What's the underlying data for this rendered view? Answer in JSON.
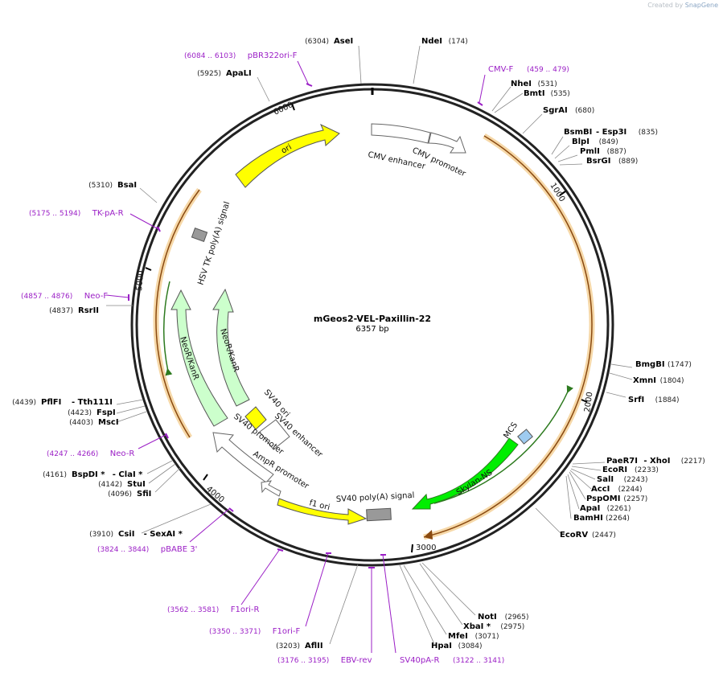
{
  "watermark": {
    "prefix": "Created by",
    "brand": "SnapGene"
  },
  "plasmid": {
    "name": "mGeos2-VEL-Paxillin-22",
    "size": "6357 bp"
  },
  "colors": {
    "backbone": "#222222",
    "primer": "#9b1fc6",
    "promoter": "#ffffff",
    "ori": "#ffff00",
    "neor": "#ccffcc",
    "skylan": "#00ee00",
    "orf_line": "#e08a2c",
    "mcs": "#9ecbf0",
    "polya": "#999999",
    "enhancer": "#ffffff"
  },
  "ticks": [
    {
      "label": "1000"
    },
    {
      "label": "2000"
    },
    {
      "label": "3000"
    },
    {
      "label": "4000"
    },
    {
      "label": "5000"
    },
    {
      "label": "6000"
    }
  ],
  "enzymes": [
    {
      "name": "AseI",
      "pos": "(6304)"
    },
    {
      "name": "NdeI",
      "pos": "(174)"
    },
    {
      "name": "ApaLI",
      "pos": "(5925)"
    },
    {
      "name": "NheI",
      "pos": "(531)"
    },
    {
      "name": "BmtI",
      "pos": "(535)"
    },
    {
      "name": "SgrAI",
      "pos": "(680)"
    },
    {
      "name": "BsmBI",
      "sep": "- Esp3I",
      "pos": "(835)"
    },
    {
      "name": "BlpI",
      "pos": "(849)"
    },
    {
      "name": "PmlI",
      "pos": "(887)"
    },
    {
      "name": "BsrGI",
      "pos": "(889)"
    },
    {
      "name": "BsaI",
      "pos": "(5310)"
    },
    {
      "name": "RsrII",
      "pos": "(4837)"
    },
    {
      "name": "BmgBI",
      "pos": "(1747)"
    },
    {
      "name": "XmnI",
      "pos": "(1804)"
    },
    {
      "name": "SrfI",
      "pos": "(1884)"
    },
    {
      "name": "PflFI",
      "sep": "- Tth111I",
      "pos": "(4439)"
    },
    {
      "name": "FspI",
      "pos": "(4423)"
    },
    {
      "name": "MscI",
      "pos": "(4403)"
    },
    {
      "name": "PaeR7I",
      "sep": "- XhoI",
      "pos": "(2217)"
    },
    {
      "name": "EcoRI",
      "pos": "(2233)"
    },
    {
      "name": "SalI",
      "pos": "(2243)"
    },
    {
      "name": "AccI",
      "pos": "(2244)"
    },
    {
      "name": "PspOMI",
      "pos": "(2257)"
    },
    {
      "name": "ApaI",
      "pos": "(2261)"
    },
    {
      "name": "BamHI",
      "pos": "(2264)"
    },
    {
      "name": "EcoRV",
      "pos": "(2447)"
    },
    {
      "name": "BspDI *",
      "sep": "- ClaI *",
      "pos": "(4161)"
    },
    {
      "name": "StuI",
      "pos": "(4142)"
    },
    {
      "name": "SfiI",
      "pos": "(4096)"
    },
    {
      "name": "CsiI",
      "sep": "- SexAI *",
      "pos": "(3910)"
    },
    {
      "name": "NotI",
      "pos": "(2965)"
    },
    {
      "name": "XbaI *",
      "pos": "(2975)"
    },
    {
      "name": "MfeI",
      "pos": "(3071)"
    },
    {
      "name": "HpaI",
      "pos": "(3084)"
    },
    {
      "name": "AflII",
      "pos": "(3203)"
    }
  ],
  "primers": [
    {
      "range": "(6084 .. 6103)",
      "name": "pBR322ori-F"
    },
    {
      "range": "(459 .. 479)",
      "name": "CMV-F"
    },
    {
      "range": "(5175 .. 5194)",
      "name": "TK-pA-R"
    },
    {
      "range": "(4857 .. 4876)",
      "name": "Neo-F"
    },
    {
      "range": "(4247 .. 4266)",
      "name": "Neo-R"
    },
    {
      "range": "(3824 .. 3844)",
      "name": "pBABE 3'"
    },
    {
      "range": "(3562 .. 3581)",
      "name": "F1ori-R"
    },
    {
      "range": "(3350 .. 3371)",
      "name": "F1ori-F"
    },
    {
      "range": "(3176 .. 3195)",
      "name": "EBV-rev"
    },
    {
      "range": "(3122 .. 3141)",
      "name": "SV40pA-R"
    }
  ],
  "features": [
    {
      "label": "ori"
    },
    {
      "label": "CMV enhancer"
    },
    {
      "label": "CMV promoter"
    },
    {
      "label": "HSV TK poly(A) signal"
    },
    {
      "label": "NeoR/KanR"
    },
    {
      "label": "NeoR/KanR"
    },
    {
      "label": "SV40 ori"
    },
    {
      "label": "SV40 enhancer"
    },
    {
      "label": "SV40 promoter"
    },
    {
      "label": "AmpR promoter"
    },
    {
      "label": "f1 ori"
    },
    {
      "label": "SV40 poly(A) signal"
    },
    {
      "label": "MCS"
    },
    {
      "label": "Skylan-NS"
    }
  ]
}
